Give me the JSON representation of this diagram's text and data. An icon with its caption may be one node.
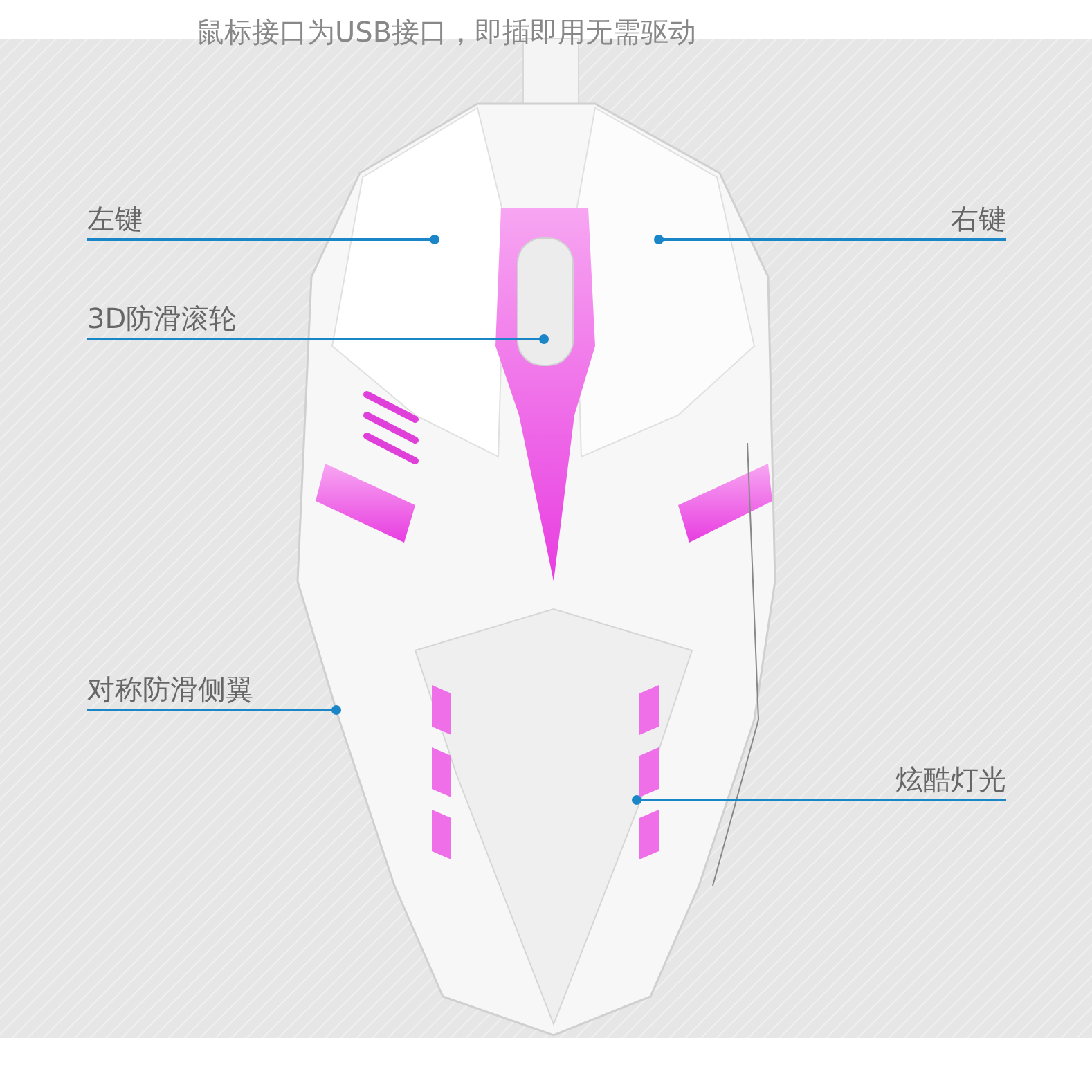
{
  "diagram": {
    "nodes": [
      {
        "text": [
          "左键"
        ]
      },
      {
        "text": [
          "右键"
        ]
      },
      {
        "text": [
          "3D防滑滚轮"
        ]
      },
      {
        "text": [
          "对称防滑侧翼"
        ]
      },
      {
        "text": [
          "炫酷灯光"
        ]
      }
    ],
    "edges": [
      {
        "from": 0,
        "to": null,
        "arrow": "other"
      },
      {
        "from": 1,
        "to": null,
        "arrow": "other"
      },
      {
        "from": 2,
        "to": null,
        "arrow": "other"
      },
      {
        "from": 3,
        "to": null,
        "arrow": "other"
      },
      {
        "from": 4,
        "to": null,
        "arrow": "other"
      }
    ],
    "labels": [
      "鼠标接口为USB接口，即插即用无需驱动"
    ]
  }
}
